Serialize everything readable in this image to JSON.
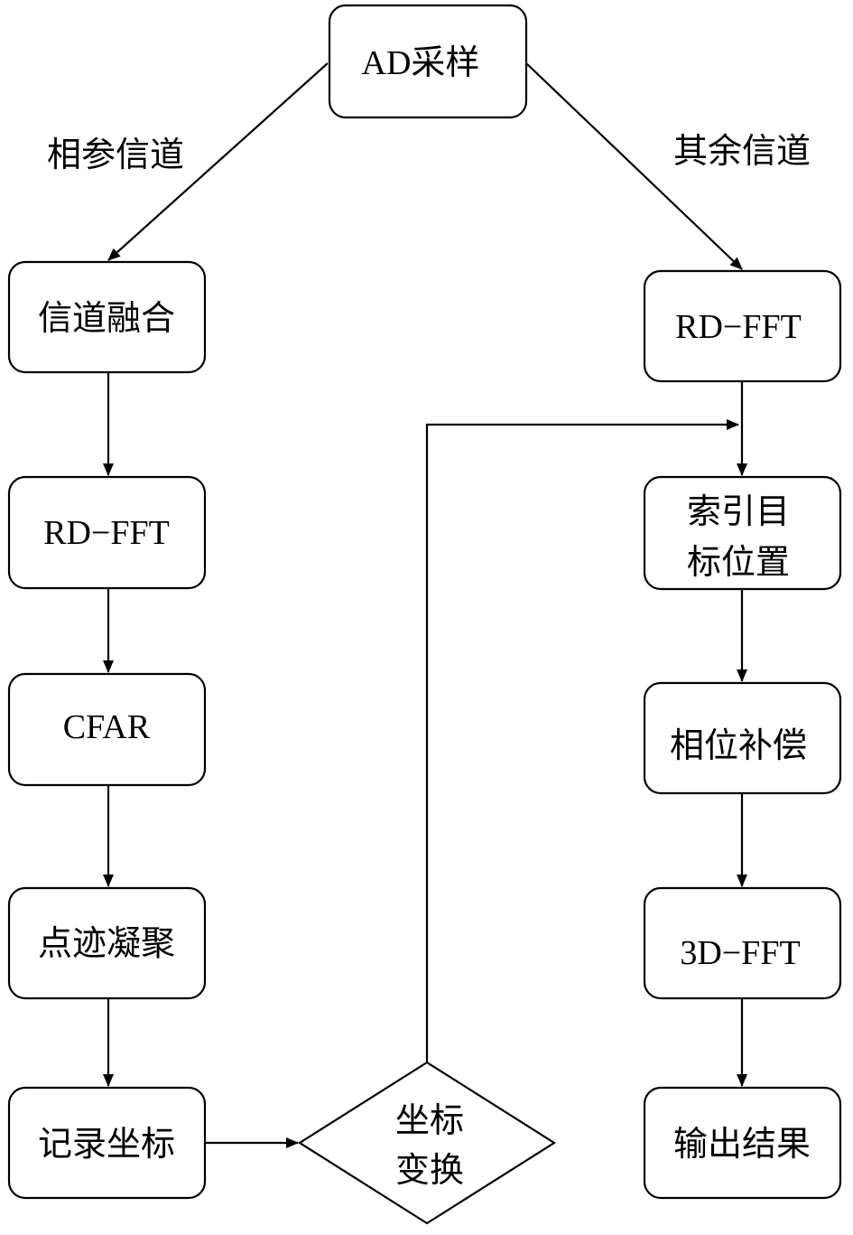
{
  "nodes": {
    "ad_sampling": "AD采样",
    "channel_fusion": "信道融合",
    "left_rd_fft": "RD−FFT",
    "cfar": "CFAR",
    "point_cluster": "点迹凝聚",
    "record_coords": "记录坐标",
    "coord_transform": [
      "坐标",
      "变换"
    ],
    "right_rd_fft": "RD−FFT",
    "index_target": [
      "索引目",
      "标位置"
    ],
    "phase_comp": "相位补偿",
    "fft_3d": "3D−FFT",
    "output": "输出结果"
  },
  "branches": {
    "reference_channel": "相参信道",
    "other_channels": "其余信道"
  }
}
